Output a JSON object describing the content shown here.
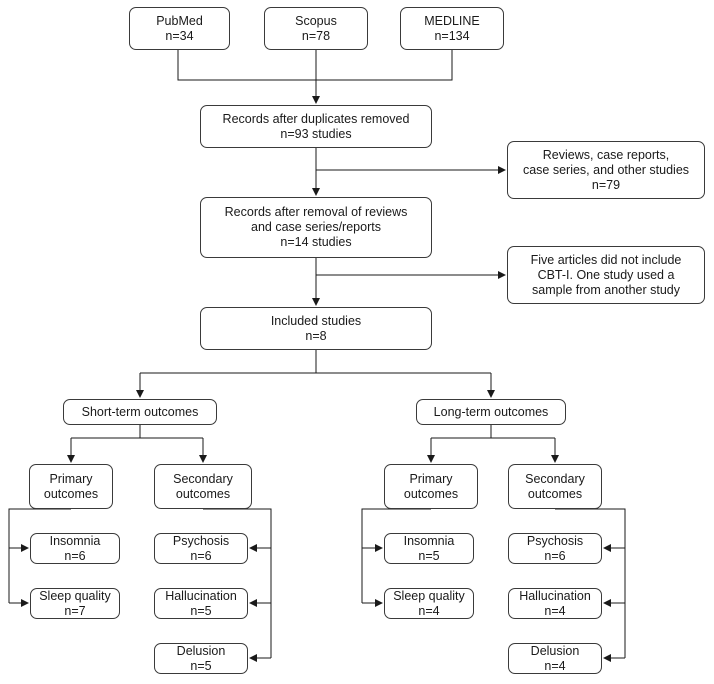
{
  "nodes": {
    "pubmed": {
      "l1": "PubMed",
      "l2": "n=34"
    },
    "scopus": {
      "l1": "Scopus",
      "l2": "n=78"
    },
    "medline": {
      "l1": "MEDLINE",
      "l2": "n=134"
    },
    "records_dup": {
      "l1": "Records after duplicates removed",
      "l2": "n=93 studies"
    },
    "excluded_reviews": {
      "l1": "Reviews, case reports,",
      "l2": "case series, and other studies",
      "l3": "n=79"
    },
    "records_rev": {
      "l1": "Records after removal of reviews",
      "l2": "and case series/reports",
      "l3": "n=14 studies"
    },
    "excluded_articles": {
      "l1": "Five articles did not include",
      "l2": "CBT-I. One study used a",
      "l3": "sample from another study"
    },
    "included": {
      "l1": "Included studies",
      "l2": "n=8"
    },
    "short_term": {
      "l1": "Short-term outcomes"
    },
    "long_term": {
      "l1": "Long-term outcomes"
    },
    "st_primary": {
      "l1": "Primary",
      "l2": "outcomes"
    },
    "st_secondary": {
      "l1": "Secondary",
      "l2": "outcomes"
    },
    "lt_primary": {
      "l1": "Primary",
      "l2": "outcomes"
    },
    "lt_secondary": {
      "l1": "Secondary",
      "l2": "outcomes"
    },
    "st_insomnia": {
      "l1": "Insomnia",
      "l2": "n=6"
    },
    "st_sleep": {
      "l1": "Sleep quality",
      "l2": "n=7"
    },
    "st_psychosis": {
      "l1": "Psychosis",
      "l2": "n=6"
    },
    "st_halluc": {
      "l1": "Hallucination",
      "l2": "n=5"
    },
    "st_delusion": {
      "l1": "Delusion",
      "l2": "n=5"
    },
    "lt_insomnia": {
      "l1": "Insomnia",
      "l2": "n=5"
    },
    "lt_sleep": {
      "l1": "Sleep quality",
      "l2": "n=4"
    },
    "lt_psychosis": {
      "l1": "Psychosis",
      "l2": "n=6"
    },
    "lt_halluc": {
      "l1": "Hallucination",
      "l2": "n=4"
    },
    "lt_delusion": {
      "l1": "Delusion",
      "l2": "n=4"
    }
  }
}
